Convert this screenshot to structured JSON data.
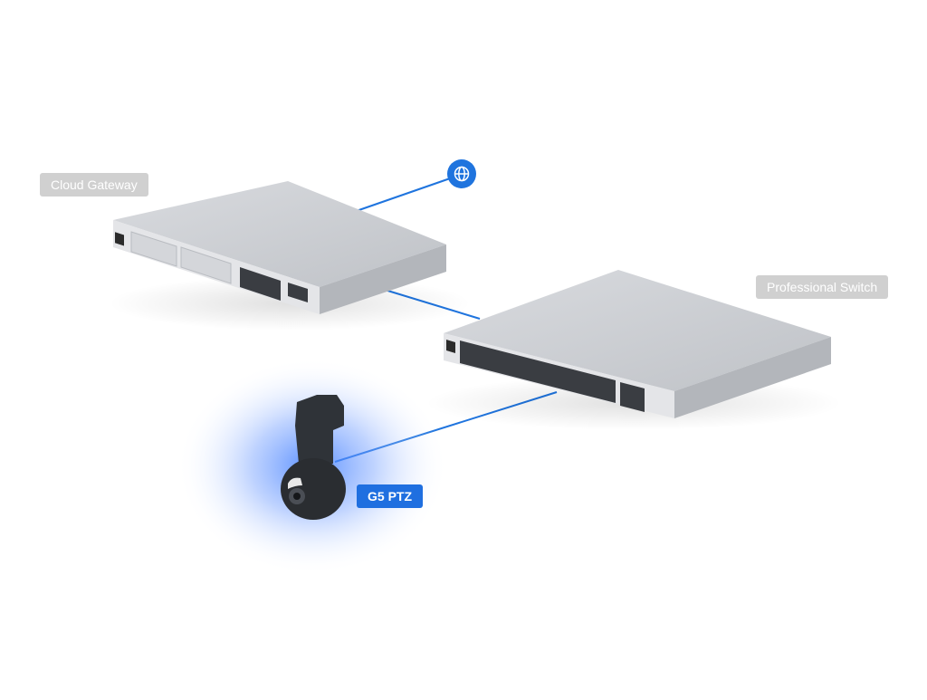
{
  "labels": {
    "cloud_gateway": "Cloud Gateway",
    "professional_switch": "Professional Switch",
    "g5_ptz": "G5 PTZ"
  },
  "icons": {
    "internet": "globe-icon"
  },
  "colors": {
    "link": "#1f74de",
    "device_body": "#c9cbcf",
    "camera_body": "#2f3338",
    "camera_glow": "#3b7bff",
    "label_gray": "#d0d0d0",
    "label_blue": "#1f6fe0"
  }
}
